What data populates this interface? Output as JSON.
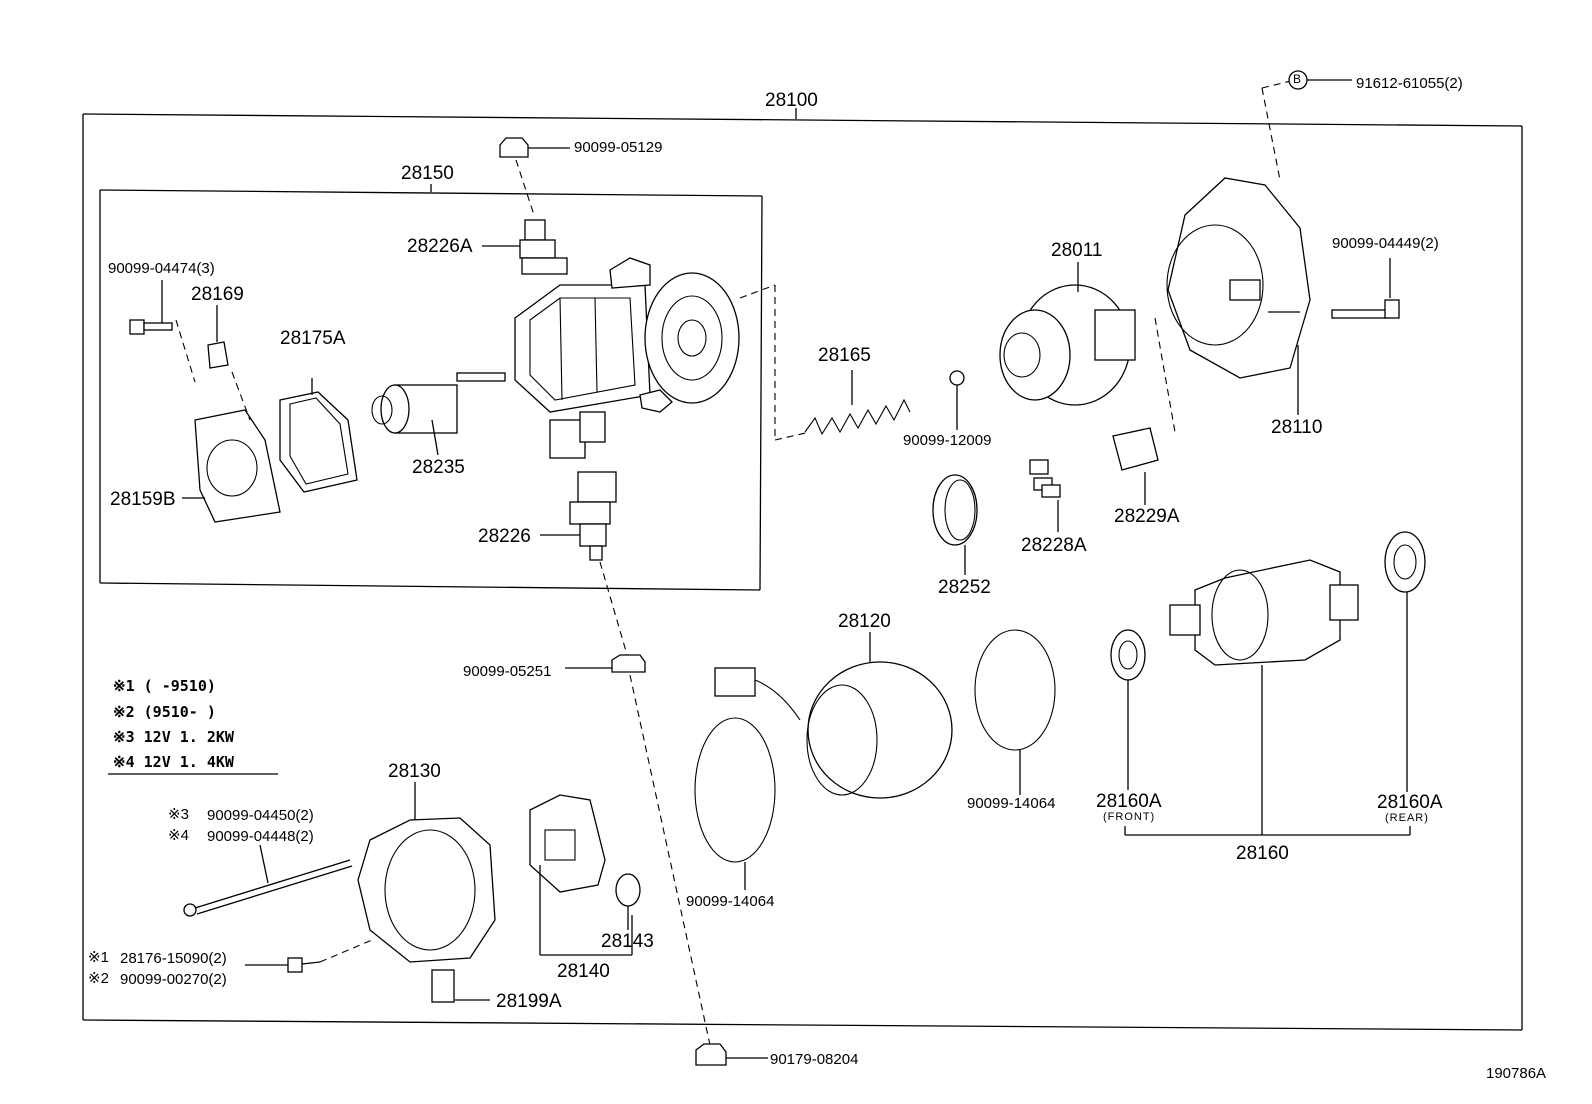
{
  "figure_id": "190786A",
  "assembly": "28100",
  "subassembly": "28150",
  "labels": {
    "p91612": "91612-61055(2)",
    "circle_b": "B",
    "p90099_05129": "90099-05129",
    "p28226A": "28226A",
    "p90099_04474": "90099-04474(3)",
    "p28169": "28169",
    "p28175A": "28175A",
    "p28235": "28235",
    "p28159B": "28159B",
    "p28226": "28226",
    "p28165": "28165",
    "p28011": "28011",
    "p90099_12009": "90099-12009",
    "p28110": "28110",
    "p90099_04449": "90099-04449(2)",
    "p28252": "28252",
    "p28228A": "28228A",
    "p28229A": "28229A",
    "p28120": "28120",
    "p90099_05251": "90099-05251",
    "p90099_14064a": "90099-14064",
    "p90099_14064b": "90099-14064",
    "p28160A_front": "28160A",
    "front": "(FRONT)",
    "p28160A_rear": "28160A",
    "rear": "(REAR)",
    "p28160": "28160",
    "p28130": "28130",
    "p28140": "28140",
    "p28143": "28143",
    "p28199A": "28199A",
    "p90179": "90179-08204",
    "n3_mark": "※3",
    "p90099_04450": "90099-04450(2)",
    "n4_mark": "※4",
    "p90099_04448": "90099-04448(2)",
    "n1_mark": "※1",
    "p28176": "28176-15090(2)",
    "n2_mark": "※2",
    "p90099_00270": "90099-00270(2)"
  },
  "notes": [
    "※1 (     -9510)",
    "※2 (9510-     )",
    "※3 12V  1. 2KW",
    "※4 12V  1. 4KW"
  ]
}
